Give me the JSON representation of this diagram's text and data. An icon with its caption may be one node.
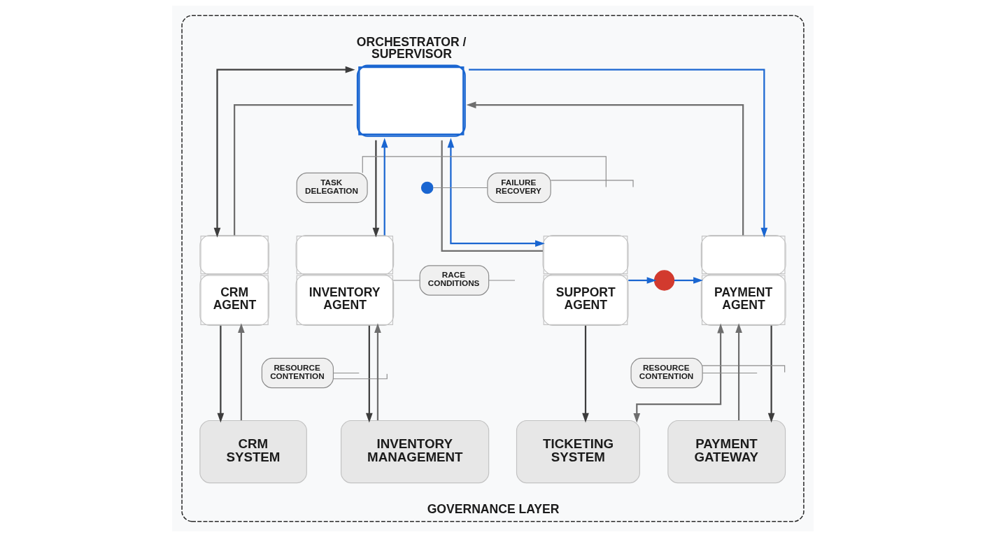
{
  "diagram": {
    "nodes": [
      {
        "text": [
          "GOVERNANCE LAYER"
        ]
      },
      {
        "text": [
          "ORCHESTRATOR / SUPERVISOR"
        ],
        "in": 0
      },
      {
        "text": [
          "TASK DELEGATION"
        ],
        "in": 0
      },
      {
        "text": [],
        "shape": "circle",
        "in": 0
      },
      {
        "text": [
          "FAILURE RECOVERY"
        ],
        "in": 0
      },
      {
        "text": [
          "CRM AGENT"
        ],
        "in": 0
      },
      {
        "text": [
          "INVENTORY AGENT"
        ],
        "in": 0
      },
      {
        "text": [
          "RACE CONDITIONS"
        ],
        "in": 0
      },
      {
        "text": [
          "SUPPORT AGENT"
        ],
        "in": 0
      },
      {
        "text": [],
        "shape": "circle",
        "in": 0
      },
      {
        "text": [
          "PAYMENT AGENT"
        ],
        "in": 0
      },
      {
        "text": [
          "RESOURCE CONTENTION"
        ],
        "in": 0
      },
      {
        "text": [
          "RESOURCE CONTENTION"
        ],
        "in": 0
      },
      {
        "text": [
          "CRM SYSTEM"
        ],
        "in": 0
      },
      {
        "text": [
          "INVENTORY MANAGEMENT"
        ],
        "in": 0
      },
      {
        "text": [
          "TICKETING SYSTEM"
        ],
        "in": 0
      },
      {
        "text": [
          "PAYMENT GATEWAY"
        ],
        "in": 0
      }
    ],
    "edges": [
      {
        "from": 1,
        "to": 5,
        "arrow": "both",
        "color": "#3d3d3d"
      },
      {
        "from": 5,
        "to": 1,
        "arrow": "none",
        "color": "#6e6e6e"
      },
      {
        "from": 1,
        "to": 6,
        "arrow": "to",
        "color": "#3d3d3d"
      },
      {
        "from": 6,
        "to": 1,
        "arrow": "to",
        "color": "#1a66d1"
      },
      {
        "from": 1,
        "to": 8,
        "arrow": "both",
        "color": "#1a66d1"
      },
      {
        "from": 1,
        "to": 8,
        "arrow": "none",
        "color": "#6e6e6e"
      },
      {
        "from": 1,
        "to": 10,
        "arrow": "to",
        "color": "#1a66d1"
      },
      {
        "from": 10,
        "to": 1,
        "arrow": "to",
        "color": "#6e6e6e"
      },
      {
        "from": 2,
        "to": null,
        "arrow": "none"
      },
      {
        "from": 4,
        "to": 3,
        "arrow": "none"
      },
      {
        "from": 4,
        "to": null,
        "arrow": "none"
      },
      {
        "from": 7,
        "to": 6,
        "arrow": "none"
      },
      {
        "from": 7,
        "to": null,
        "arrow": "none"
      },
      {
        "from": 8,
        "to": 9,
        "arrow": "to",
        "color": "#1a66d1"
      },
      {
        "from": 9,
        "to": 10,
        "arrow": "to",
        "color": "#1a66d1"
      },
      {
        "from": 10,
        "to": 15,
        "arrow": "both",
        "color": "#6e6e6e"
      },
      {
        "from": 5,
        "to": 13,
        "arrow": "to",
        "color": "#3d3d3d"
      },
      {
        "from": 13,
        "to": 5,
        "arrow": "to",
        "color": "#6e6e6e"
      },
      {
        "from": 6,
        "to": 14,
        "arrow": "to",
        "color": "#3d3d3d"
      },
      {
        "from": 14,
        "to": 6,
        "arrow": "to",
        "color": "#6e6e6e"
      },
      {
        "from": 8,
        "to": 15,
        "arrow": "to",
        "color": "#3d3d3d"
      },
      {
        "from": 10,
        "to": 16,
        "arrow": "to",
        "color": "#3d3d3d"
      },
      {
        "from": 16,
        "to": 10,
        "arrow": "to",
        "color": "#6e6e6e"
      },
      {
        "from": 11,
        "to": null,
        "arrow": "none"
      },
      {
        "from": 11,
        "to": null,
        "arrow": "none"
      },
      {
        "from": 12,
        "to": null,
        "arrow": "none"
      },
      {
        "from": 12,
        "to": null,
        "arrow": "none"
      }
    ]
  }
}
